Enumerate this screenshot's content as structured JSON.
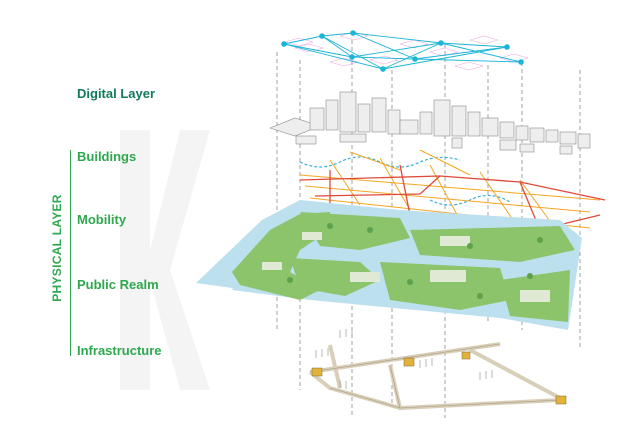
{
  "layers": {
    "digital": "Digital Layer",
    "buildings": "Buildings",
    "mobility": "Mobility",
    "public_realm": "Public Realm",
    "infrastructure": "Infrastructure"
  },
  "group_title": "PHYSICAL LAYER",
  "colors": {
    "digital_label": "#127a5c",
    "physical_label": "#2fa84f",
    "network_node": "#1bb5d8",
    "mobility_red": "#e04a3a",
    "mobility_orange": "#f5a623",
    "transit_dashed": "#3ab0d8",
    "land_green": "#8cc46c",
    "water": "#bde0ef"
  }
}
